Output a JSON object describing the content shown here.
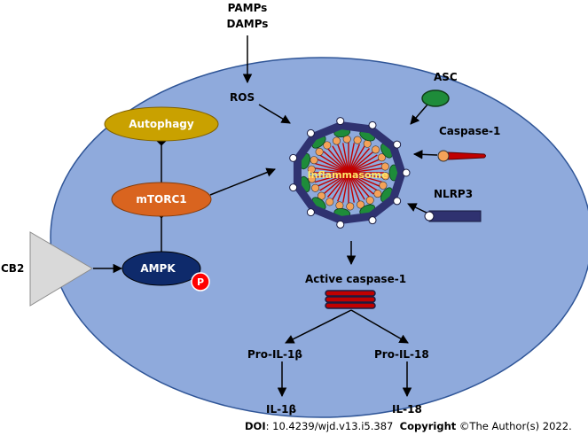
{
  "labels": {
    "pamps": "PAMPs",
    "damps": "DAMPs",
    "ros": "ROS",
    "asc": "ASC",
    "caspase1": "Caspase-1",
    "nlrp3": "NLRP3",
    "inflammasome": "Inflammasome",
    "autophagy": "Autophagy",
    "mtorc1": "mTORC1",
    "ampk": "AMPK",
    "phospho": "P",
    "cb2": "CB2",
    "active_caspase1": "Active caspase-1",
    "pro_il1b": "Pro-IL-1β",
    "pro_il18": "Pro-IL-18",
    "il1b": "IL-1β",
    "il18": "IL-18"
  },
  "footer": {
    "doi_label": "DOI",
    "doi_value": ": 10.4239/wjd.v13.i5.387",
    "copyright_label": "Copyright",
    "copyright_value": " ©The Author(s) 2022."
  },
  "colors": {
    "cell_fill": "#8faadc",
    "cell_stroke": "#2f5597",
    "autophagy_fill": "#c9a100",
    "mtorc1_fill": "#d9641f",
    "ampk_fill": "#0e2a6b",
    "phospho_fill": "#ff0000",
    "receptor_fill": "#d9d9d9",
    "nlrp3_color": "#2f3270",
    "asc_color": "#1e8c3a",
    "caspase_color": "#f4a259",
    "ray_color": "#c00000"
  }
}
